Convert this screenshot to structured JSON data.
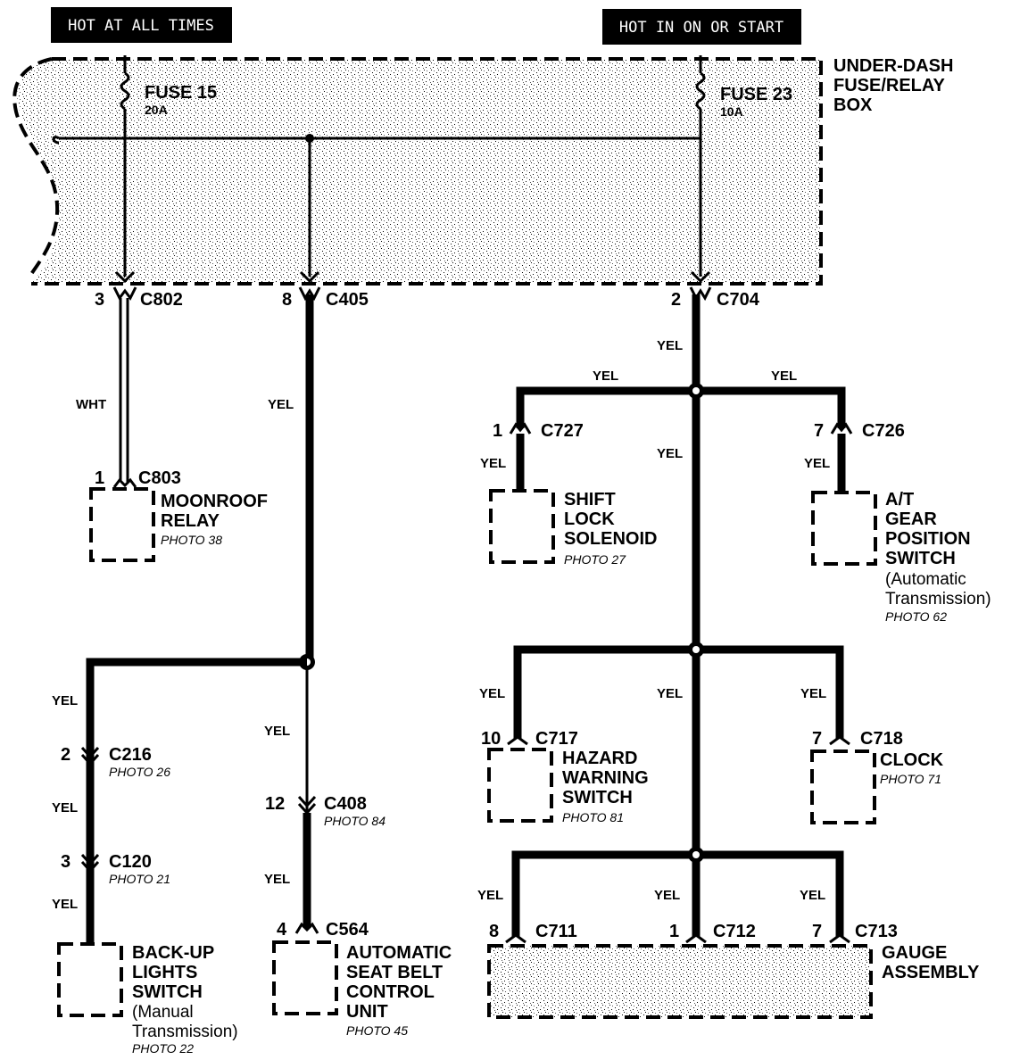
{
  "headers": {
    "left": "HOT AT ALL TIMES",
    "right": "HOT IN ON OR START"
  },
  "fuse_box": {
    "label_line1": "UNDER-DASH",
    "label_line2": "FUSE/RELAY",
    "label_line3": "BOX",
    "fuse15_name": "FUSE 15",
    "fuse15_rating": "20A",
    "fuse23_name": "FUSE 23",
    "fuse23_rating": "10A"
  },
  "connectors": {
    "c802_pin": "3",
    "c802": "C802",
    "c405_pin": "8",
    "c405": "C405",
    "c704_pin": "2",
    "c704": "C704",
    "c803_pin": "1",
    "c803": "C803",
    "c727_pin": "1",
    "c727": "C727",
    "c726_pin": "7",
    "c726": "C726",
    "c216_pin": "2",
    "c216": "C216",
    "c216_photo": "PHOTO 26",
    "c120_pin": "3",
    "c120": "C120",
    "c120_photo": "PHOTO 21",
    "c408_pin": "12",
    "c408": "C408",
    "c408_photo": "PHOTO 84",
    "c564_pin": "4",
    "c564": "C564",
    "c717_pin": "10",
    "c717": "C717",
    "c718_pin": "7",
    "c718": "C718",
    "c711_pin": "8",
    "c711": "C711",
    "c712_pin": "1",
    "c712": "C712",
    "c713_pin": "7",
    "c713": "C713"
  },
  "wires": {
    "wht": "WHT",
    "yel": "YEL"
  },
  "components": {
    "moonroof_l1": "MOONROOF",
    "moonroof_l2": "RELAY",
    "moonroof_photo": "PHOTO 38",
    "shift_l1": "SHIFT",
    "shift_l2": "LOCK",
    "shift_l3": "SOLENOID",
    "shift_photo": "PHOTO 27",
    "at_l1": "A/T",
    "at_l2": "GEAR",
    "at_l3": "POSITION",
    "at_l4": "SWITCH",
    "at_note1": "(Automatic",
    "at_note2": "Transmission)",
    "at_photo": "PHOTO 62",
    "hazard_l1": "HAZARD",
    "hazard_l2": "WARNING",
    "hazard_l3": "SWITCH",
    "hazard_photo": "PHOTO 81",
    "clock_l1": "CLOCK",
    "clock_photo": "PHOTO 71",
    "backup_l1": "BACK-UP",
    "backup_l2": "LIGHTS",
    "backup_l3": "SWITCH",
    "backup_note1": "(Manual",
    "backup_note2": "Transmission)",
    "backup_photo": "PHOTO 22",
    "seatbelt_l1": "AUTOMATIC",
    "seatbelt_l2": "SEAT BELT",
    "seatbelt_l3": "CONTROL",
    "seatbelt_l4": "UNIT",
    "seatbelt_photo": "PHOTO 45",
    "gauge_l1": "GAUGE",
    "gauge_l2": "ASSEMBLY"
  }
}
